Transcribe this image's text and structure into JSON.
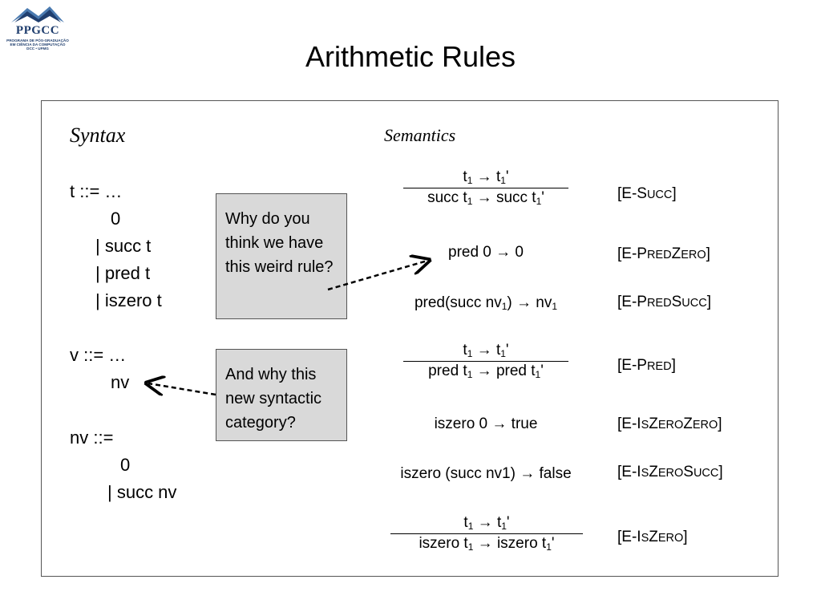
{
  "logo": {
    "name": "PPGCC",
    "line1": "PROGRAMA DE PÓS-GRADUAÇÃO",
    "line2": "EM CIÊNCIA DA COMPUTAÇÃO",
    "line3": "DCC • UFMG"
  },
  "title": "Arithmetic Rules",
  "syntax": {
    "heading": "Syntax",
    "lines": [
      "t ::= …",
      "0",
      "| succ t",
      "| pred t",
      "| iszero t",
      "v ::= …",
      "nv",
      "nv ::=",
      "0",
      "| succ nv"
    ]
  },
  "callouts": [
    {
      "text": "Why do you think we have this weird rule?"
    },
    {
      "text": "And why this new syntactic category?"
    }
  ],
  "semantics": {
    "heading": "Semantics",
    "rules": [
      {
        "premise": "t₁ → t₁'",
        "conclusion": "succ t₁ → succ t₁'",
        "name_prefix": "E-S",
        "name_sc": "ucc",
        "name_rest": ""
      },
      {
        "axiom": "pred 0 → 0",
        "name_prefix": "E-P",
        "name_sc": "red",
        "name_rest": "Z",
        "name_sc2": "ero"
      },
      {
        "axiom": "pred(succ nv₁) → nv₁",
        "name_prefix": "E-P",
        "name_sc": "red",
        "name_rest": "S",
        "name_sc2": "ucc"
      },
      {
        "premise": "t₁ → t₁'",
        "conclusion": "pred t₁ → pred t₁'",
        "name_prefix": "E-P",
        "name_sc": "red",
        "name_rest": ""
      },
      {
        "axiom": "iszero 0 → true",
        "name_prefix": "E-I",
        "name_sc": "s",
        "name_rest": "Z",
        "name_sc2": "ero",
        "name_rest2": "Z",
        "name_sc3": "ero"
      },
      {
        "axiom": "iszero (succ nv1) → false",
        "name_prefix": "E-I",
        "name_sc": "s",
        "name_rest": "Z",
        "name_sc2": "ero",
        "name_rest2": "S",
        "name_sc3": "ucc"
      },
      {
        "premise": "t₁ → t₁'",
        "conclusion": "iszero t₁ → iszero t₁'",
        "name_prefix": "E-I",
        "name_sc": "s",
        "name_rest": "Z",
        "name_sc2": "ero"
      }
    ]
  }
}
